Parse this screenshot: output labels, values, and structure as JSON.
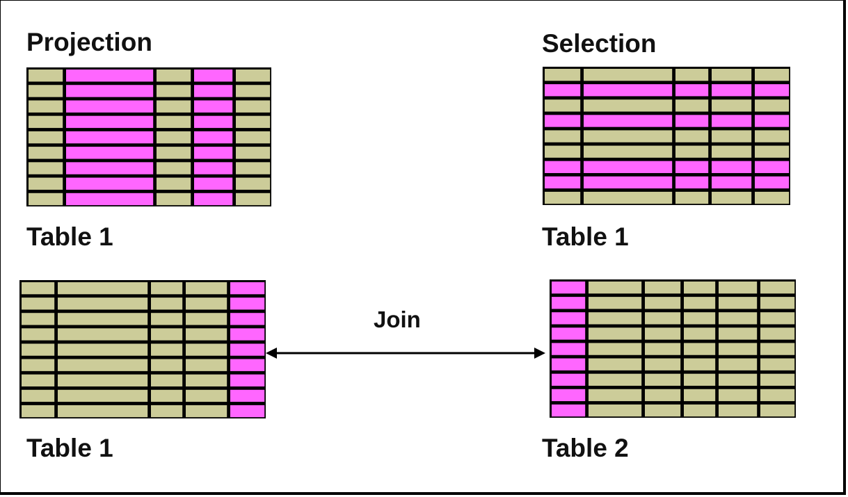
{
  "colors": {
    "highlight": "#ff66ff",
    "cell": "#cccc99",
    "grid": "#000000",
    "background": "#ffffff"
  },
  "projection": {
    "heading": "Projection",
    "caption": "Table 1",
    "highlighted_columns": [
      1,
      3
    ],
    "highlighted_rows": []
  },
  "selection": {
    "heading": "Selection",
    "caption": "Table 1",
    "highlighted_columns": [],
    "highlighted_rows": [
      1,
      3,
      6,
      7
    ]
  },
  "join": {
    "label": "Join",
    "left": {
      "caption": "Table 1",
      "highlighted_columns": [
        4
      ],
      "highlighted_rows": []
    },
    "right": {
      "caption": "Table 2",
      "highlighted_columns": [
        0
      ],
      "highlighted_rows": []
    }
  }
}
